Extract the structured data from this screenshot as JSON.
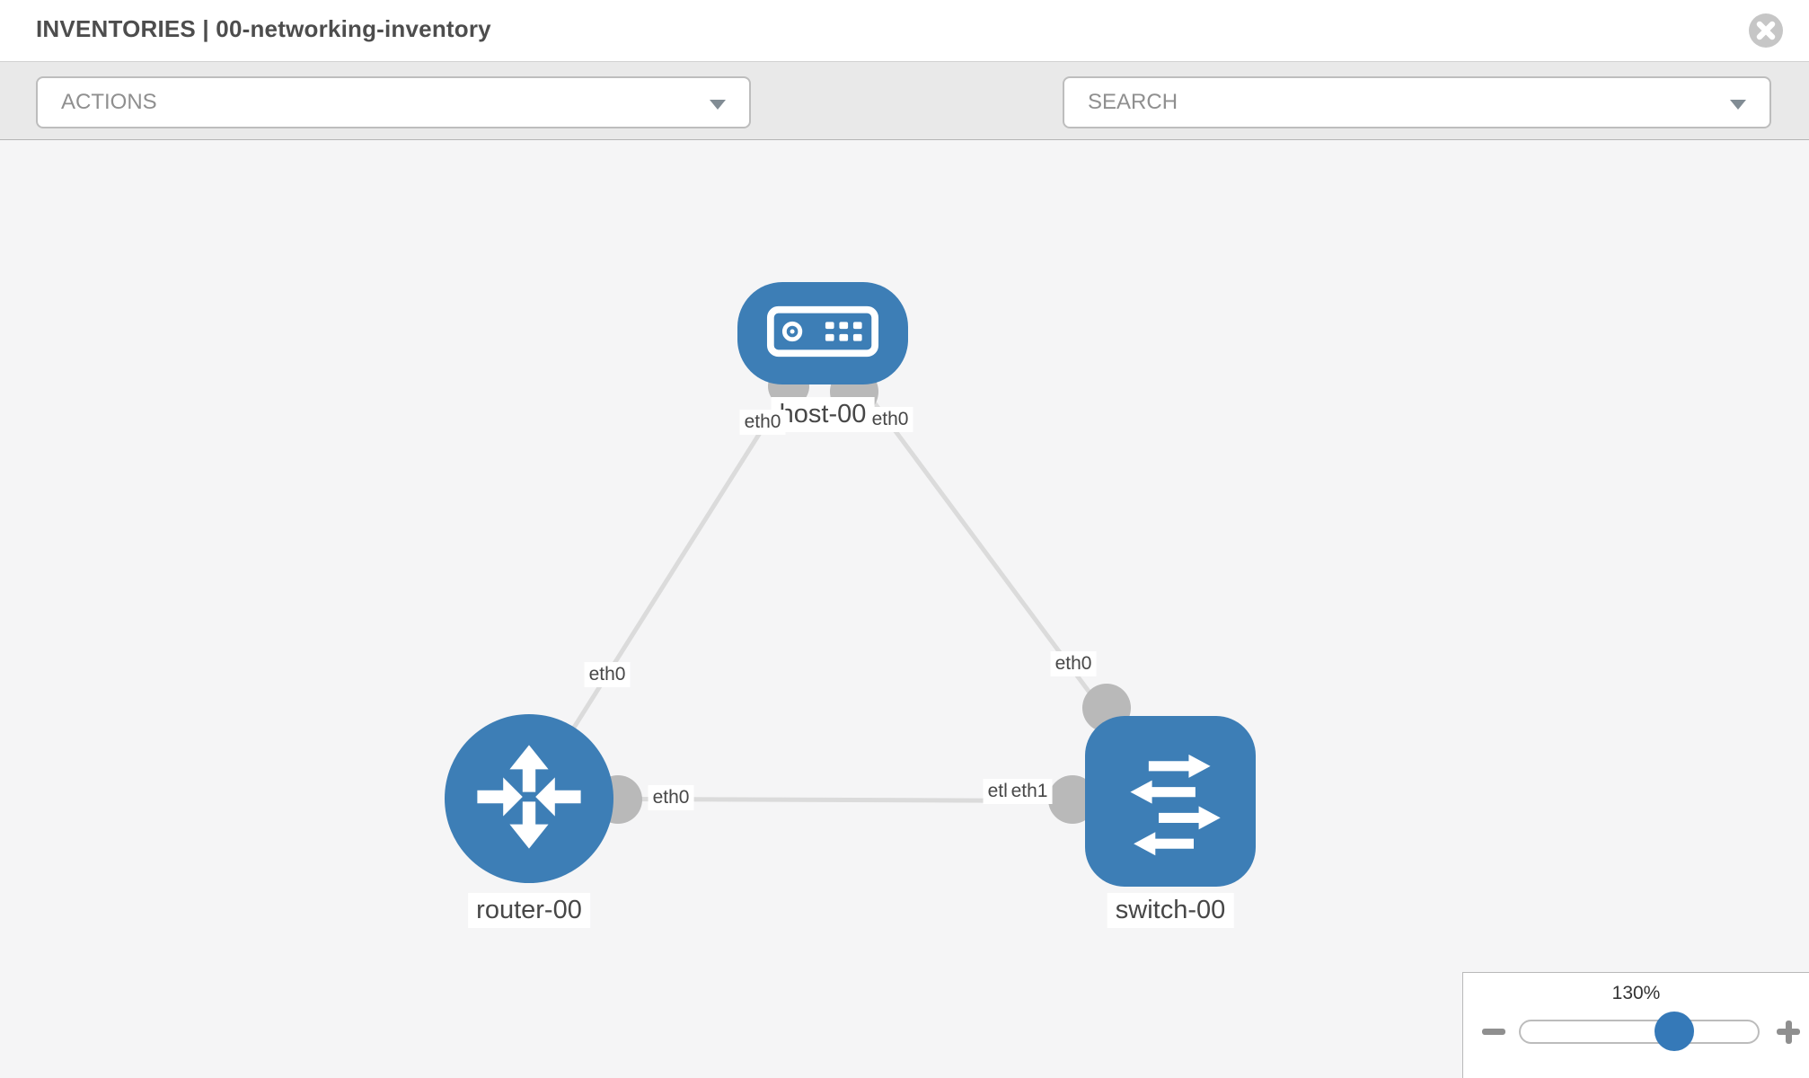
{
  "header": {
    "title": "INVENTORIES | 00-networking-inventory"
  },
  "toolbar": {
    "actions": {
      "label": "ACTIONS"
    },
    "search": {
      "label": "SEARCH"
    },
    "icons": [
      "wrench-icon",
      "key-icon"
    ]
  },
  "canvas": {
    "nodes": [
      {
        "label": "host-00",
        "type": "host",
        "shape": "rounded-rect"
      },
      {
        "label": "router-00",
        "type": "router",
        "shape": "circle"
      },
      {
        "label": "switch-00",
        "type": "switch",
        "shape": "rounded-square"
      }
    ],
    "links": [
      {
        "from": "host-00",
        "to": "router-00",
        "from_interface": "eth0",
        "to_interface": "eth0"
      },
      {
        "from": "host-00",
        "to": "switch-00",
        "from_interface": "eth0",
        "to_interface": "eth0"
      },
      {
        "from": "router-00",
        "to": "switch-00",
        "from_interface": "eth0",
        "to_interface": "eth1"
      }
    ],
    "interfaces": {
      "host_router_host": "eth0",
      "host_router_router": "eth0",
      "host_switch_host": "eth0",
      "host_switch_switch": "eth0",
      "router_switch_router": "eth0",
      "router_switch_switch_under": "eth0",
      "router_switch_switch": "eth1"
    }
  },
  "zoom": {
    "level": "130%"
  },
  "colors": {
    "node_blue": "#3d7eb6",
    "accent_blue": "#3579b8",
    "link_gray": "#dbdbdb",
    "interface_dot_gray": "#b9b9b9",
    "toolbar_gray": "#e9e9e9"
  }
}
